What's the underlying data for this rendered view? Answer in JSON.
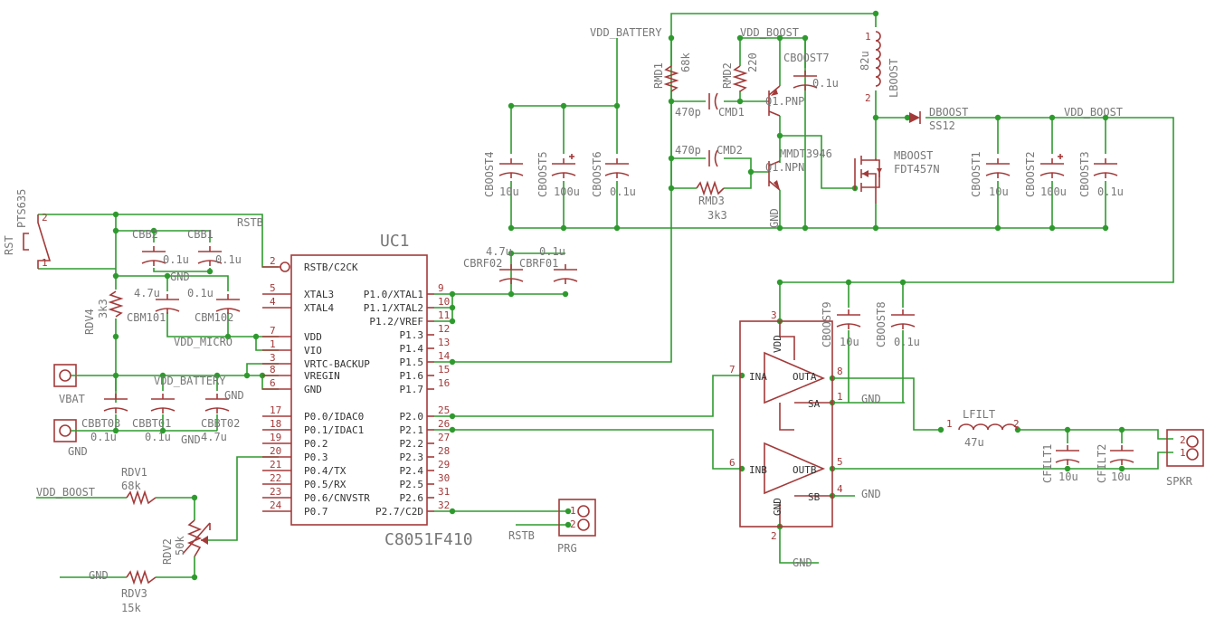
{
  "labels": {
    "vdd_battery_top": "VDD_BATTERY",
    "vdd_boost_top": "VDD_BOOST",
    "vdd_boost_right": "VDD_BOOST",
    "vdd_boost_left": "VDD_BOOST",
    "vdd_micro": "VDD_MICRO",
    "vdd_battery_left": "VDD_BATTERY",
    "rstb_top": "RSTB",
    "rstb_bottom": "RSTB",
    "gnd_cb": "GND",
    "gnd_vdd": "GND",
    "gnd_cbbt": "GND",
    "gnd_q1": "GND",
    "gnd_sa": "GND",
    "gnd_sb": "GND",
    "gnd_amp": "GND",
    "gnd_rdv": "GND"
  },
  "uc1": {
    "name": "UC1",
    "part": "C8051F410",
    "left_pins": [
      {
        "num": "2",
        "label": "RSTB/C2CK"
      },
      {
        "num": "5",
        "label": "XTAL3"
      },
      {
        "num": "4",
        "label": "XTAL4"
      },
      {
        "num": "7",
        "label": "VDD"
      },
      {
        "num": "1",
        "label": "VIO"
      },
      {
        "num": "3",
        "label": "VRTC-BACKUP"
      },
      {
        "num": "8",
        "label": "VREGIN"
      },
      {
        "num": "6",
        "label": "GND"
      },
      {
        "num": "17",
        "label": "P0.0/IDAC0"
      },
      {
        "num": "18",
        "label": "P0.1/IDAC1"
      },
      {
        "num": "19",
        "label": "P0.2"
      },
      {
        "num": "20",
        "label": "P0.3"
      },
      {
        "num": "21",
        "label": "P0.4/TX"
      },
      {
        "num": "22",
        "label": "P0.5/RX"
      },
      {
        "num": "23",
        "label": "P0.6/CNVSTR"
      },
      {
        "num": "24",
        "label": "P0.7"
      }
    ],
    "right_pins": [
      {
        "num": "9",
        "label": "P1.0/XTAL1"
      },
      {
        "num": "10",
        "label": "P1.1/XTAL2"
      },
      {
        "num": "11",
        "label": "P1.2/VREF"
      },
      {
        "num": "12",
        "label": "P1.3"
      },
      {
        "num": "13",
        "label": "P1.4"
      },
      {
        "num": "14",
        "label": "P1.5"
      },
      {
        "num": "15",
        "label": "P1.6"
      },
      {
        "num": "16",
        "label": "P1.7"
      },
      {
        "num": "25",
        "label": "P2.0"
      },
      {
        "num": "26",
        "label": "P2.1"
      },
      {
        "num": "27",
        "label": "P2.2"
      },
      {
        "num": "28",
        "label": "P2.3"
      },
      {
        "num": "29",
        "label": "P2.4"
      },
      {
        "num": "30",
        "label": "P2.5"
      },
      {
        "num": "31",
        "label": "P2.6"
      },
      {
        "num": "32",
        "label": "P2.7/C2D"
      }
    ]
  },
  "components": {
    "rst": {
      "name": "RST",
      "part": "PTS635",
      "pin1": "1",
      "pin2": "2"
    },
    "rdv4": {
      "name": "RDV4",
      "value": "3k3"
    },
    "cbb2": {
      "name": "CBB2",
      "value": "0.1u"
    },
    "cbb1": {
      "name": "CBB1",
      "value": "0.1u"
    },
    "cbm101": {
      "name": "CBM101",
      "value": "4.7u"
    },
    "cbm102": {
      "name": "CBM102",
      "value": "0.1u"
    },
    "vbat": {
      "name": "VBAT"
    },
    "gndcon": {
      "name": "GND"
    },
    "cbbt03": {
      "name": "CBBT03",
      "value": "0.1u"
    },
    "cbbt01": {
      "name": "CBBT01",
      "value": "0.1u"
    },
    "cbbt02": {
      "name": "CBBT02",
      "value": "4.7u"
    },
    "rdv1": {
      "name": "RDV1",
      "value": "68k"
    },
    "rdv2": {
      "name": "RDV2",
      "value": "50k"
    },
    "rdv3": {
      "name": "RDV3",
      "value": "15k"
    },
    "prg": {
      "name": "PRG",
      "pin1": "1",
      "pin2": "2"
    },
    "cbrf02": {
      "name": "CBRF02",
      "value": "4.7u"
    },
    "cbrf01": {
      "name": "CBRF01",
      "value": "0.1u"
    },
    "cboost4": {
      "name": "CBOOST4",
      "value": "10u"
    },
    "cboost5": {
      "name": "CBOOST5",
      "value": "100u"
    },
    "cboost6": {
      "name": "CBOOST6",
      "value": "0.1u"
    },
    "rmd1": {
      "name": "RMD1",
      "value": "68k"
    },
    "rmd2": {
      "name": "RMD2",
      "value": "220"
    },
    "cmd1": {
      "name": "CMD1",
      "value": "470p"
    },
    "cmd2": {
      "name": "CMD2",
      "value": "470p"
    },
    "rmd3": {
      "name": "RMD3",
      "value": "3k3"
    },
    "q1pnp": {
      "name": "Q1.PNP",
      "part": "MMDT3946"
    },
    "q1npn": {
      "name": "Q1.NPN"
    },
    "cboost7": {
      "name": "CBOOST7",
      "value": "0.1u"
    },
    "lboost": {
      "name": "LBOOST",
      "value": "82u",
      "pin1": "1",
      "pin2": "2"
    },
    "dboost": {
      "name": "DBOOST",
      "value": "SS12"
    },
    "mboost": {
      "name": "MBOOST",
      "part": "FDT457N"
    },
    "cboost1": {
      "name": "CBOOST1",
      "value": "10u"
    },
    "cboost2": {
      "name": "CBOOST2",
      "value": "100u"
    },
    "cboost3": {
      "name": "CBOOST3",
      "value": "0.1u"
    },
    "cboost9": {
      "name": "CBOOST9",
      "value": "10u"
    },
    "cboost8": {
      "name": "CBOOST8",
      "value": "0.1u"
    },
    "lfilt": {
      "name": "LFILT",
      "value": "47u",
      "pin1": "1",
      "pin2": "2"
    },
    "cfilt1": {
      "name": "CFILT1",
      "value": "10u"
    },
    "cfilt2": {
      "name": "CFILT2",
      "value": "10u"
    },
    "spkr": {
      "name": "SPKR",
      "pin1": "1",
      "pin2": "2"
    }
  },
  "amp": {
    "pins": {
      "vdd": "3",
      "ina": "7",
      "inb": "6",
      "outa": "8",
      "outb": "5",
      "sa": "1",
      "sb": "4",
      "gnd": "2"
    },
    "labels": {
      "vdd": "VDD",
      "ina": "INA",
      "inb": "INB",
      "outa": "OUTA",
      "outb": "OUTB",
      "sa": "SA",
      "sb": "SB",
      "gnd": "GND"
    }
  }
}
